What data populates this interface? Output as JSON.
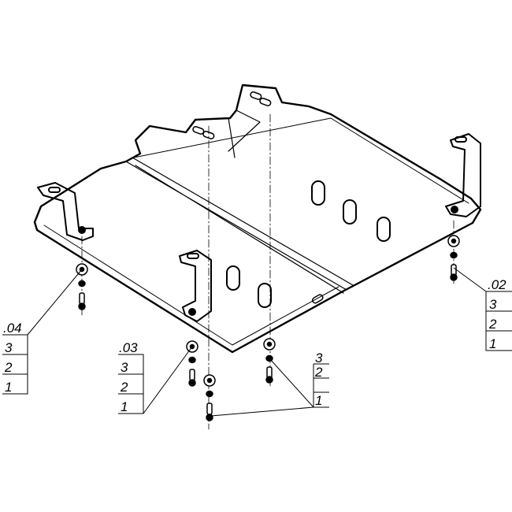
{
  "drawing": {
    "callouts": [
      {
        "id": ".04",
        "items": [
          "3",
          "2",
          "1"
        ]
      },
      {
        "id": ".03",
        "items": [
          "3",
          "2",
          "1"
        ]
      },
      {
        "id": ".02",
        "items": [
          "3",
          "2",
          "1"
        ]
      },
      {
        "id": "",
        "items": [
          "3",
          "2",
          "1"
        ]
      }
    ]
  }
}
